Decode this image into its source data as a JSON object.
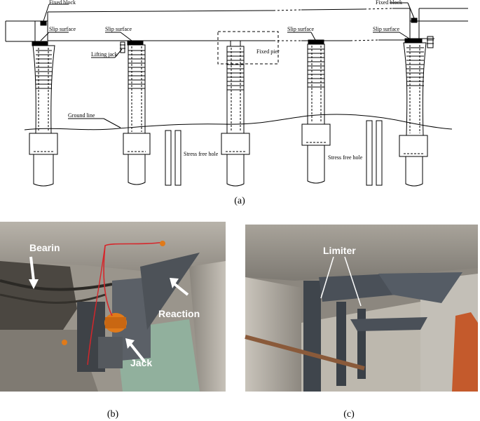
{
  "diagram": {
    "labels": {
      "fixed_block_left": "Fixed block",
      "fixed_block_right": "Fixed block",
      "slip_surface_1": "Slip surface",
      "slip_surface_2": "Slip surface",
      "slip_surface_3": "Slip surface",
      "slip_surface_4": "Slip surface",
      "lifting_jack": "Lifting jack",
      "fixed_pier": "Fixed pier",
      "ground_line": "Ground line",
      "stress_free_hole_1": "Stress free hole",
      "stress_free_hole_2": "Stress free hole"
    },
    "caption": "(a)"
  },
  "photo_b": {
    "labels": {
      "bearing": "Bearin",
      "reaction": "Reaction",
      "jack": "Jack"
    },
    "caption": "(b)"
  },
  "photo_c": {
    "labels": {
      "limiter": "Limiter"
    },
    "caption": "(c)"
  },
  "colors": {
    "line": "#000000",
    "concrete": "#a9a49b",
    "steel": "#4d5258",
    "orange_jack": "#e07a1a",
    "red_cable": "#d6262b"
  }
}
